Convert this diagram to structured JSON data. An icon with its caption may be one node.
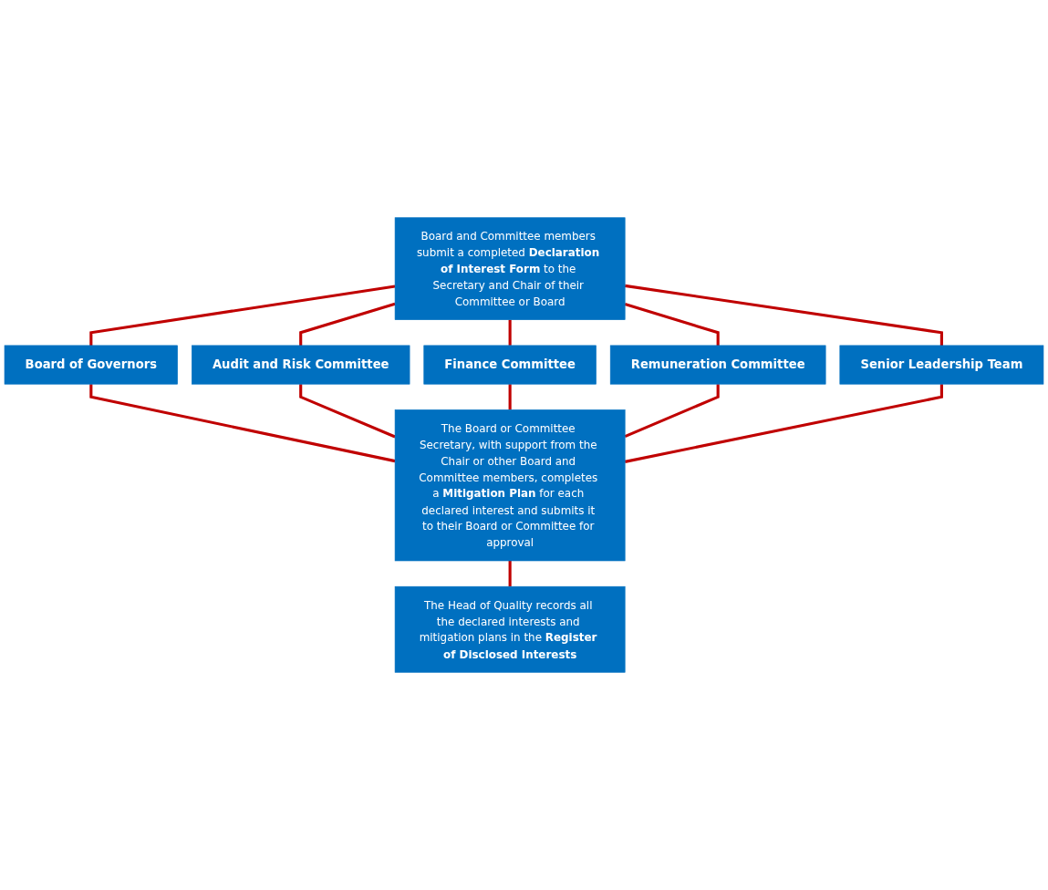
{
  "diagram": {
    "nodes": [
      {
        "text": [
          "Board and Committee members submit a completed **Declaration of Interest Form** to the Secretary and Chair of their Committee or Board"
        ]
      },
      {
        "text": [
          "Board of Governors"
        ]
      },
      {
        "text": [
          "Audit and Risk Committee"
        ]
      },
      {
        "text": [
          "Finance Committee"
        ]
      },
      {
        "text": [
          "Remuneration Committee"
        ]
      },
      {
        "text": [
          "Senior Leadership Team"
        ]
      },
      {
        "text": [
          "The Board or Committee Secretary, with support from the Chair or other Board and Committee members, completes a **Mitigation Plan** for each declared interest and submits it to their Board or Committee for approval"
        ]
      },
      {
        "text": [
          "The Head of Quality records all the declared interests and mitigation plans in the **Register of Disclosed Interests**"
        ]
      }
    ],
    "edges": [
      {
        "from": 0,
        "to": 1,
        "arrow": "none"
      },
      {
        "from": 0,
        "to": 2,
        "arrow": "none"
      },
      {
        "from": 0,
        "to": 3,
        "arrow": "none"
      },
      {
        "from": 0,
        "to": 4,
        "arrow": "none"
      },
      {
        "from": 0,
        "to": 5,
        "arrow": "none"
      },
      {
        "from": 1,
        "to": 6,
        "arrow": "none"
      },
      {
        "from": 2,
        "to": 6,
        "arrow": "none"
      },
      {
        "from": 3,
        "to": 6,
        "arrow": "none"
      },
      {
        "from": 4,
        "to": 6,
        "arrow": "none"
      },
      {
        "from": 5,
        "to": 6,
        "arrow": "none"
      },
      {
        "from": 6,
        "to": 7,
        "arrow": "none"
      }
    ]
  }
}
